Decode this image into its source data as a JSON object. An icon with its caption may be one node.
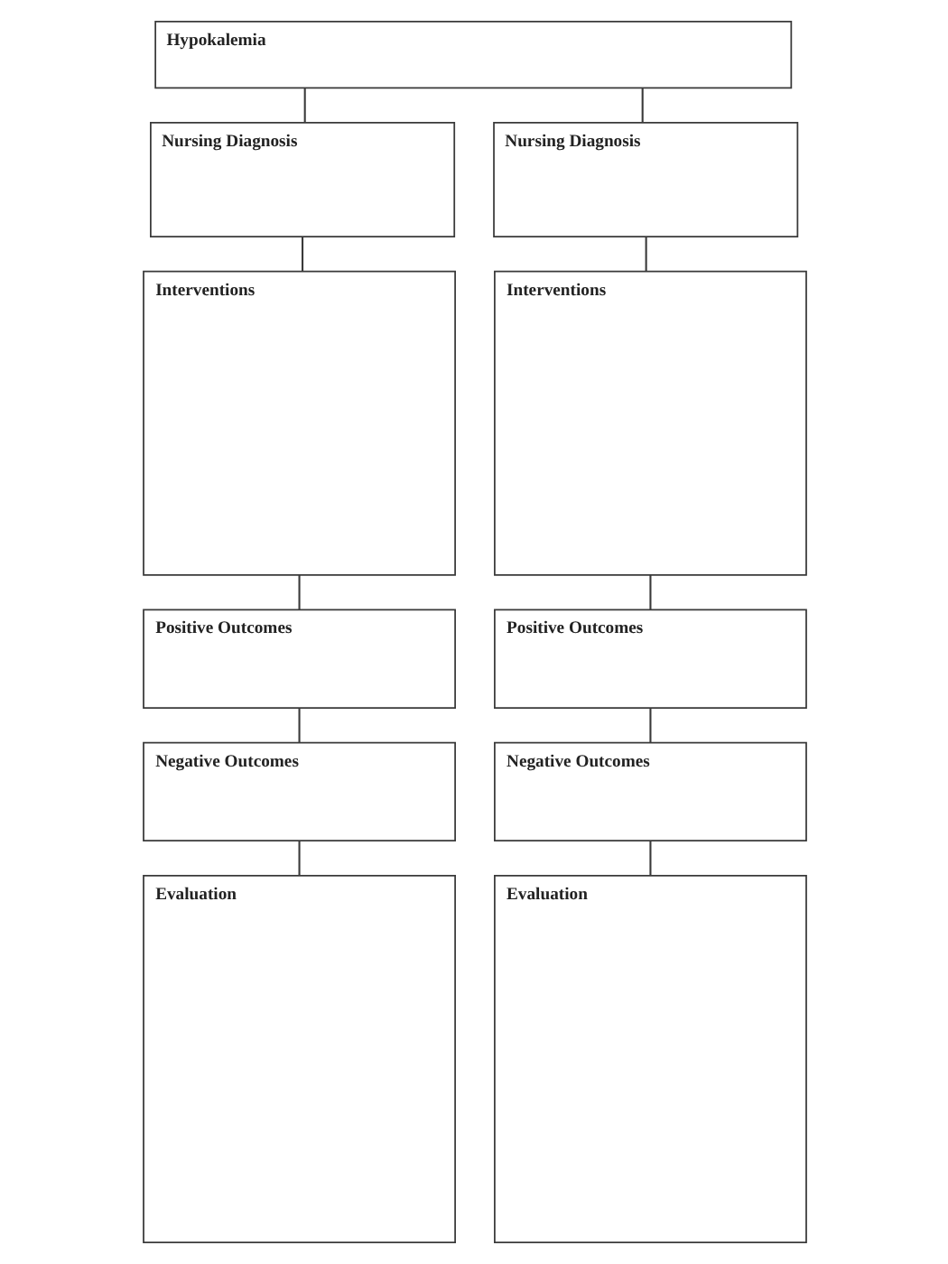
{
  "diagram": {
    "nodes": [
      {
        "text": [
          "Hypokalemia"
        ]
      },
      {
        "text": [
          "Nursing Diagnosis"
        ]
      },
      {
        "text": [
          "Nursing Diagnosis"
        ]
      },
      {
        "text": [
          "Interventions"
        ]
      },
      {
        "text": [
          "Interventions"
        ]
      },
      {
        "text": [
          "Positive Outcomes"
        ]
      },
      {
        "text": [
          "Positive Outcomes"
        ]
      },
      {
        "text": [
          "Negative Outcomes"
        ]
      },
      {
        "text": [
          "Negative Outcomes"
        ]
      },
      {
        "text": [
          "Evaluation"
        ]
      },
      {
        "text": [
          "Evaluation"
        ]
      }
    ],
    "edges": [
      {
        "from": 0,
        "to": 1,
        "arrow": "none"
      },
      {
        "from": 0,
        "to": 2,
        "arrow": "none"
      },
      {
        "from": 1,
        "to": 3,
        "arrow": "none"
      },
      {
        "from": 2,
        "to": 4,
        "arrow": "none"
      },
      {
        "from": 3,
        "to": 5,
        "arrow": "none"
      },
      {
        "from": 4,
        "to": 6,
        "arrow": "none"
      },
      {
        "from": 5,
        "to": 7,
        "arrow": "none"
      },
      {
        "from": 6,
        "to": 8,
        "arrow": "none"
      },
      {
        "from": 7,
        "to": 9,
        "arrow": "none"
      },
      {
        "from": 8,
        "to": 10,
        "arrow": "none"
      }
    ]
  }
}
